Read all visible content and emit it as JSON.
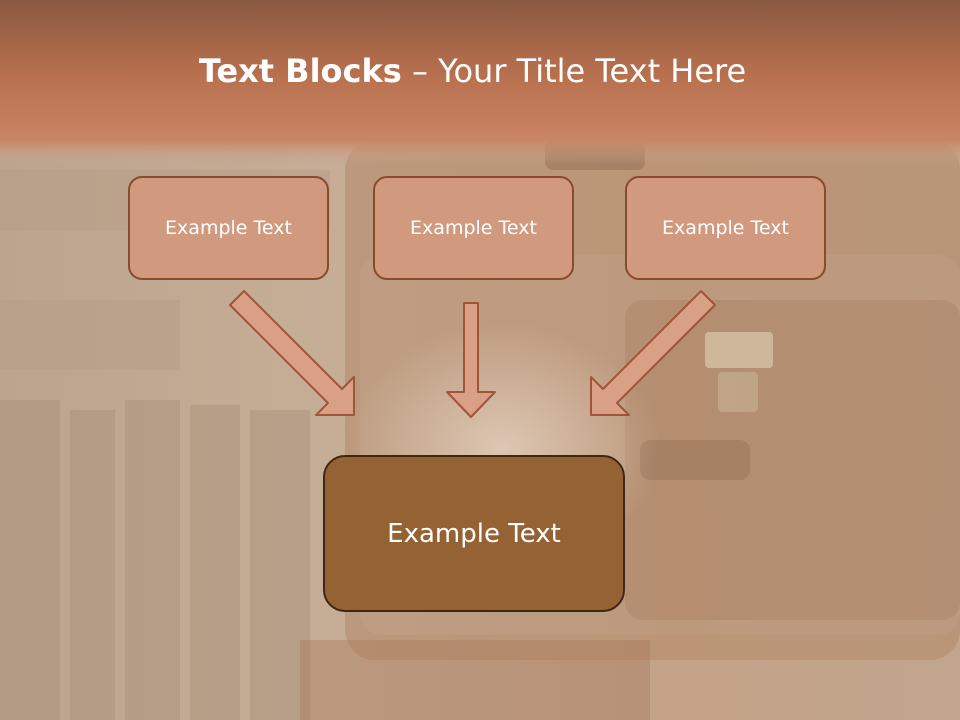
{
  "slide": {
    "title_bold": "Text Blocks",
    "title_separator": " – ",
    "title_rest": "Your Title Text Here"
  },
  "boxes": {
    "top": [
      {
        "text": "Example Text"
      },
      {
        "text": "Example Text"
      },
      {
        "text": "Example Text"
      }
    ],
    "bottom": {
      "text": "Example Text"
    }
  },
  "colors": {
    "title_band": "#b8704e",
    "top_box_fill": "#d19a7e",
    "top_box_border": "#8a4a2c",
    "bottom_box_fill": "#956233",
    "bottom_box_border": "#3e2716",
    "arrow_fill": "#d9a085",
    "arrow_stroke": "#a0553a",
    "text": "#ffffff"
  }
}
